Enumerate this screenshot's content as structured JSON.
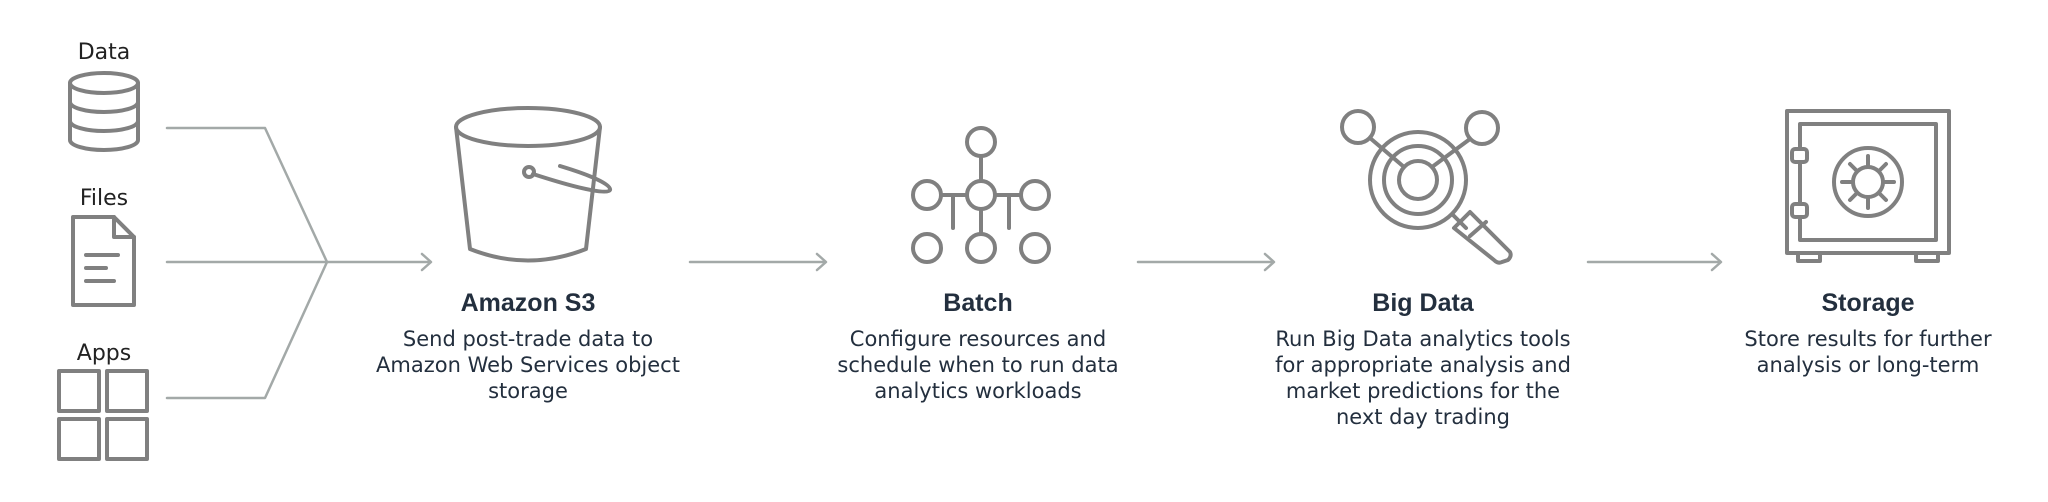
{
  "sources": [
    {
      "label": "Data",
      "icon": "database-icon"
    },
    {
      "label": "Files",
      "icon": "document-icon"
    },
    {
      "label": "Apps",
      "icon": "apps-grid-icon"
    }
  ],
  "stages": [
    {
      "title": "Amazon S3",
      "icon": "bucket-icon",
      "desc": [
        "Send post-trade data to",
        "Amazon Web Services object",
        "storage"
      ]
    },
    {
      "title": "Batch",
      "icon": "node-graph-icon",
      "desc": [
        "Configure resources and",
        "schedule when to run data",
        "analytics workloads"
      ]
    },
    {
      "title": "Big Data",
      "icon": "magnifier-analytics-icon",
      "desc": [
        "Run Big Data analytics tools",
        "for appropriate analysis and",
        "market predictions for the",
        "next day trading"
      ]
    },
    {
      "title": "Storage",
      "icon": "safe-icon",
      "desc": [
        "Store results for further",
        "analysis or long-term"
      ]
    }
  ],
  "colors": {
    "icon": "#808080",
    "connector": "#a3a9a8",
    "title": "#232f3e",
    "text": "#232f3e"
  }
}
